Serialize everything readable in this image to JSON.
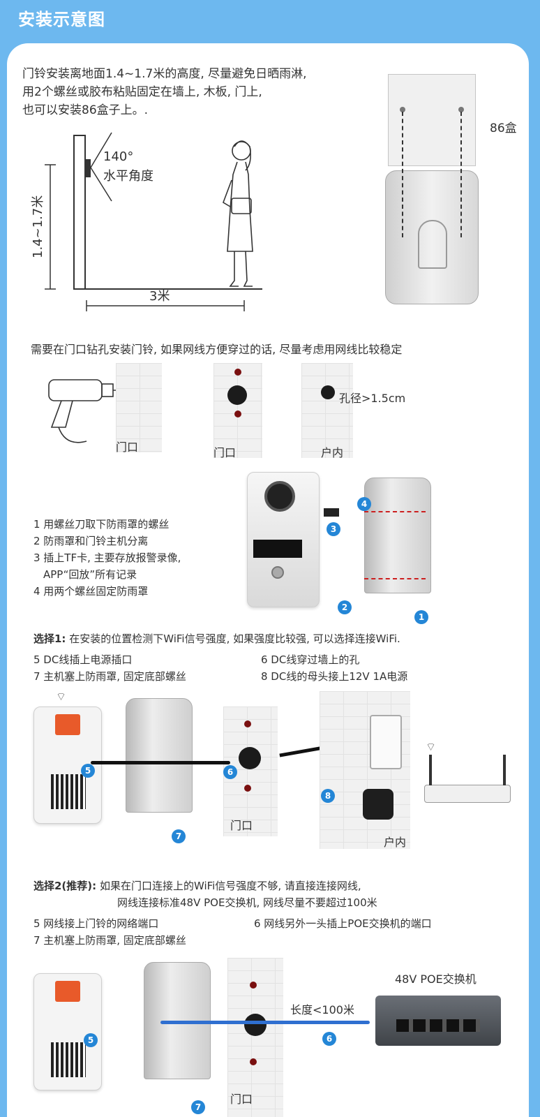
{
  "header": {
    "title": "安装示意图"
  },
  "section1": {
    "intro_line1": "门铃安装离地面1.4~1.7米的高度, 尽量避免日晒雨淋,",
    "intro_line2": "用2个螺丝或胶布粘贴固定在墙上, 木板, 门上,",
    "intro_line3": "也可以安装86盒子上。.",
    "angle_value": "140°",
    "angle_label": "水平角度",
    "height_label": "1.4~1.7米",
    "distance_label": "3米",
    "box_label": "86盒"
  },
  "section2": {
    "intro": "需要在门口钻孔安装门铃, 如果网线方便穿过的话, 尽量考虑用网线比较稳定",
    "wall1_label": "门口",
    "wall2_label": "门口",
    "wall3_label": "户内",
    "hole_label": "孔径>1.5cm"
  },
  "section3": {
    "step1": "1 用螺丝刀取下防雨罩的螺丝",
    "step2": "2 防雨罩和门铃主机分离",
    "step3a": "3  插上TF卡, 主要存放报警录像,",
    "step3b": "APP“回放”所有记录",
    "step4": "4 用两个螺丝固定防雨罩",
    "badges": [
      "1",
      "2",
      "3",
      "4"
    ]
  },
  "option1": {
    "title": "选择1:",
    "desc": "在安装的位置检测下WiFi信号强度, 如果强度比较强, 可以选择连接WiFi.",
    "step5": "5  DC线插上电源插口",
    "step6": "6  DC线穿过墙上的孔",
    "step7": "7  主机塞上防雨罩, 固定底部螺丝",
    "step8": "8  DC线的母头接上12V 1A电源",
    "outside_label": "门口",
    "inside_label": "户内",
    "badges": [
      "5",
      "6",
      "7",
      "8"
    ]
  },
  "option2": {
    "title": "选择2(推荐):",
    "desc1": "如果在门口连接上的WiFi信号强度不够, 请直接连接网线,",
    "desc2": "网线连接标准48V POE交换机, 网线尽量不要超过100米",
    "step5": "5  网线接上门铃的网络端口",
    "step6": "6  网线另外一头插上POE交换机的端口",
    "step7": "7  主机塞上防雨罩, 固定底部螺丝",
    "switch_label": "48V POE交换机",
    "length_label": "长度<100米",
    "outside_label": "门口",
    "badges": [
      "5",
      "6",
      "7"
    ]
  },
  "colors": {
    "accent": "#6db8ef",
    "badge": "#2486d6",
    "dash": "#cc1f1f",
    "cable_blue": "#2f6fd0"
  }
}
